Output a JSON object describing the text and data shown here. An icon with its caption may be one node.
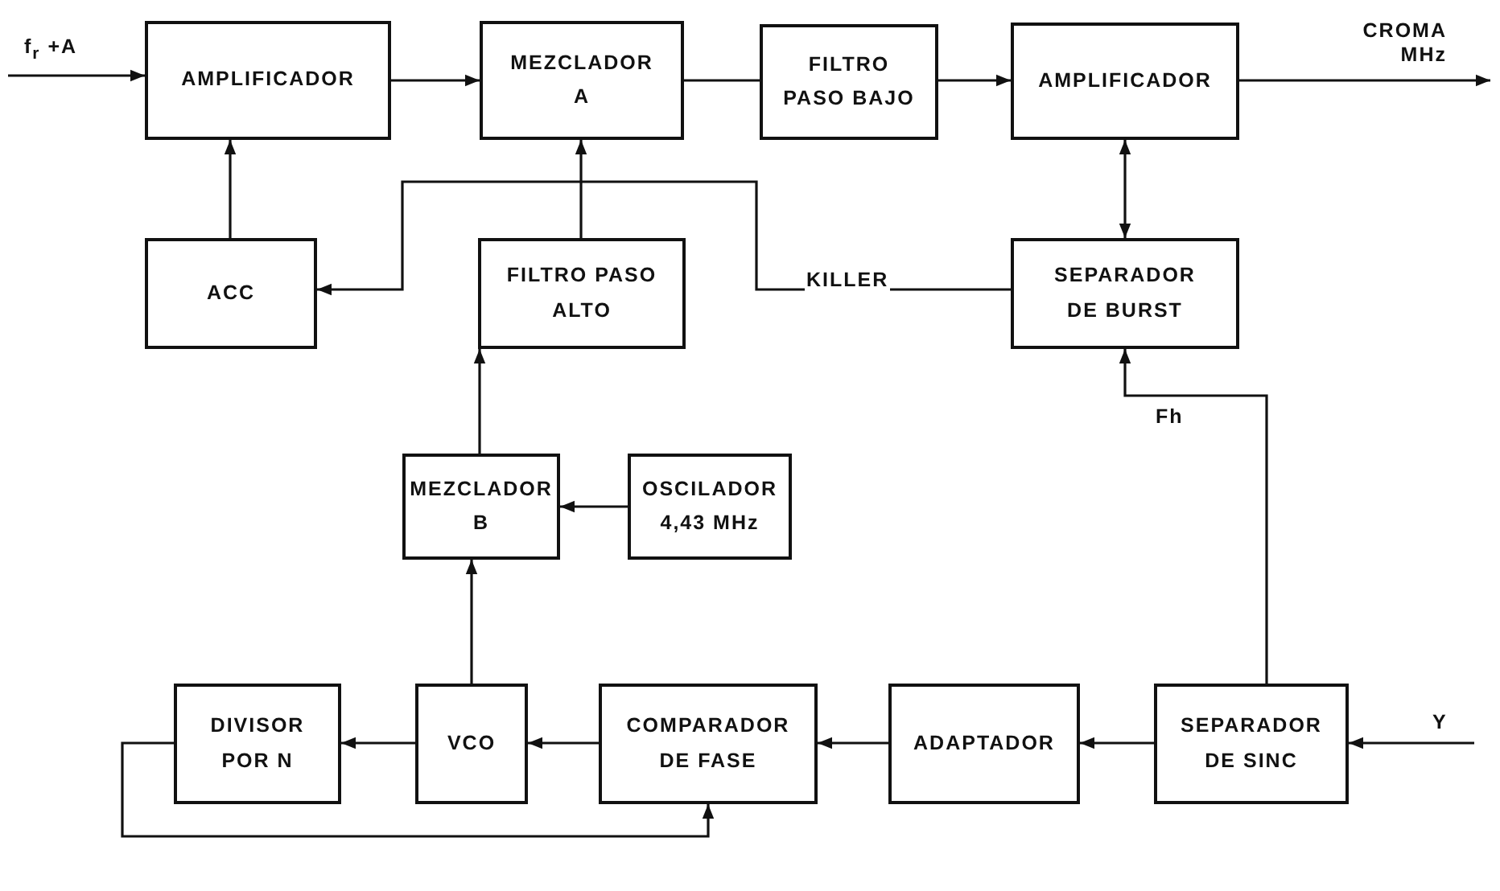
{
  "diagram": {
    "nodes": [
      {
        "text": [
          "AMPLIFICADOR"
        ]
      },
      {
        "text": [
          "MEZCLADOR A"
        ]
      },
      {
        "text": [
          "FILTRO PASO BAJO"
        ]
      },
      {
        "text": [
          "AMPLIFICADOR"
        ]
      },
      {
        "text": [
          "ACC"
        ]
      },
      {
        "text": [
          "FILTRO PASO ALTO"
        ]
      },
      {
        "text": [
          "SEPARADOR DE BURST"
        ]
      },
      {
        "text": [
          "MEZCLADOR B"
        ]
      },
      {
        "text": [
          "OSCILADOR 4,43 MHz"
        ]
      },
      {
        "text": [
          "DIVISOR POR N"
        ]
      },
      {
        "text": [
          "VCO"
        ]
      },
      {
        "text": [
          "COMPARADOR DE FASE"
        ]
      },
      {
        "text": [
          "ADAPTADOR"
        ]
      },
      {
        "text": [
          "SEPARADOR DE SINC"
        ]
      }
    ],
    "edges": [
      {
        "from": null,
        "to": 0,
        "arrow": "to",
        "label": "f$_{r}$ +A"
      },
      {
        "from": 0,
        "to": 1,
        "arrow": "to"
      },
      {
        "from": 1,
        "to": 2,
        "arrow": "none"
      },
      {
        "from": 2,
        "to": 3,
        "arrow": "to"
      },
      {
        "from": 3,
        "to": null,
        "arrow": "to",
        "label": "CROMA MHz"
      },
      {
        "from": 4,
        "to": 0,
        "arrow": "to"
      },
      {
        "from": 5,
        "to": 1,
        "arrow": "to"
      },
      {
        "from": 6,
        "to": 4,
        "arrow": "to",
        "label": "KILLER"
      },
      {
        "from": 3,
        "to": 6,
        "arrow": "both"
      },
      {
        "from": 7,
        "to": 5,
        "arrow": "to"
      },
      {
        "from": 8,
        "to": 7,
        "arrow": "to"
      },
      {
        "from": 10,
        "to": 7,
        "arrow": "to"
      },
      {
        "from": 10,
        "to": 9,
        "arrow": "to"
      },
      {
        "from": 11,
        "to": 10,
        "arrow": "to"
      },
      {
        "from": 12,
        "to": 11,
        "arrow": "to"
      },
      {
        "from": 13,
        "to": 12,
        "arrow": "to"
      },
      {
        "from": null,
        "to": 13,
        "arrow": "to",
        "label": "Y"
      },
      {
        "from": 13,
        "to": 6,
        "arrow": "to",
        "label": "Fh"
      },
      {
        "from": 9,
        "to": 11,
        "arrow": "to"
      }
    ]
  }
}
